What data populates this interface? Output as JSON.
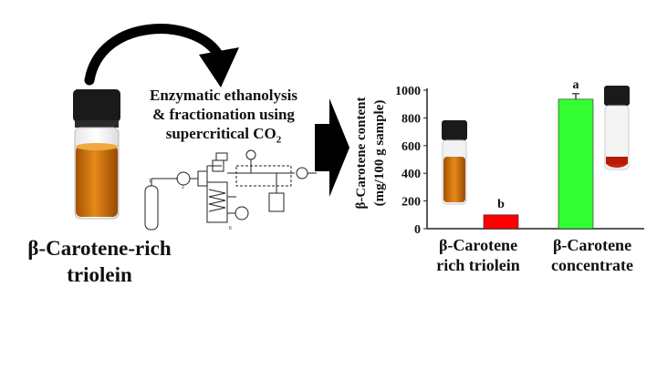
{
  "left_vial_label": "β-Carotene-rich triolein",
  "left_vial_label_lines": [
    "β-Carotene-rich",
    "triolein"
  ],
  "process": {
    "line1": "Enzymatic ethanolysis",
    "line2": "& fractionation using",
    "line3_main": "supercritical CO",
    "line3_sub": "2"
  },
  "chart_data": {
    "type": "bar",
    "categories": [
      "β-Carotene rich triolein",
      "β-Carotene concentrate"
    ],
    "category_lines": [
      [
        "β-Carotene",
        "rich triolein"
      ],
      [
        "β-Carotene",
        "concentrate"
      ]
    ],
    "values": [
      100,
      935
    ],
    "error": [
      0,
      40
    ],
    "significance_letters": [
      "b",
      "a"
    ],
    "bar_colors": [
      "#ff0000",
      "#33ff33"
    ],
    "ylabel_lines": [
      "β-Carotene content",
      "(mg/100 g sample)"
    ],
    "ylim": [
      0,
      1000
    ],
    "yticks": [
      0,
      200,
      400,
      600,
      800,
      1000
    ],
    "grid": false
  },
  "colors": {
    "bar_outline": "#222222",
    "arrow": "#000000",
    "vial_liquid": "#c86a08",
    "vial_cap": "#1a1a1a"
  }
}
